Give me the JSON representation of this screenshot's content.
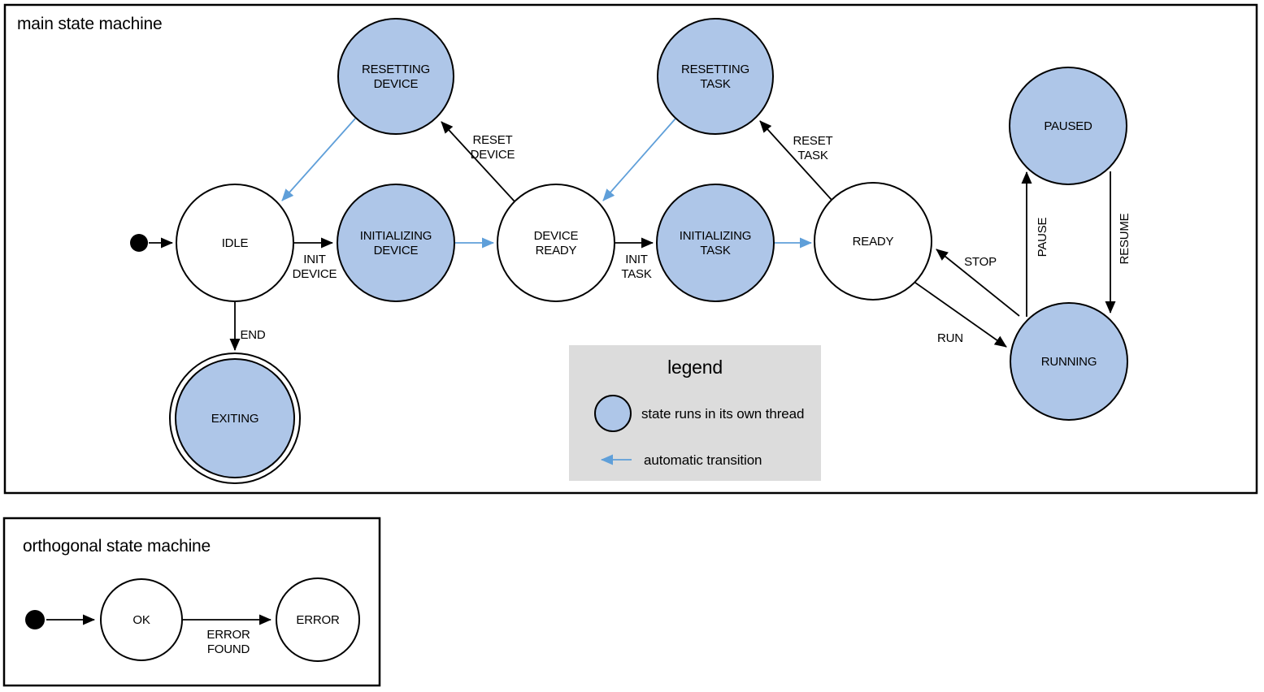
{
  "colors": {
    "threaded_state_fill": "#aec6e8",
    "plain_state_fill": "#ffffff",
    "stroke": "#000000",
    "automatic_transition_blue": "#5f9fd9",
    "legend_background": "#dcdcdc"
  },
  "main": {
    "title": "main state machine",
    "states": [
      {
        "name": "idle",
        "lines": [
          "IDLE"
        ],
        "threaded": false,
        "final": false
      },
      {
        "name": "resetting-device",
        "lines": [
          "RESETTING",
          "DEVICE"
        ],
        "threaded": true,
        "final": false
      },
      {
        "name": "initializing-device",
        "lines": [
          "INITIALIZING",
          "DEVICE"
        ],
        "threaded": true,
        "final": false
      },
      {
        "name": "device-ready",
        "lines": [
          "DEVICE",
          "READY"
        ],
        "threaded": false,
        "final": false
      },
      {
        "name": "resetting-task",
        "lines": [
          "RESETTING",
          "TASK"
        ],
        "threaded": true,
        "final": false
      },
      {
        "name": "initializing-task",
        "lines": [
          "INITIALIZING",
          "TASK"
        ],
        "threaded": true,
        "final": false
      },
      {
        "name": "ready",
        "lines": [
          "READY"
        ],
        "threaded": false,
        "final": false
      },
      {
        "name": "paused",
        "lines": [
          "PAUSED"
        ],
        "threaded": true,
        "final": false
      },
      {
        "name": "running",
        "lines": [
          "RUNNING"
        ],
        "threaded": true,
        "final": false
      },
      {
        "name": "exiting",
        "lines": [
          "EXITING"
        ],
        "threaded": true,
        "final": true
      }
    ],
    "transitions": [
      {
        "name": "start-to-idle",
        "from": "(initial)",
        "to": "IDLE",
        "label_lines": [],
        "automatic": false
      },
      {
        "name": "idle-to-initializing-device",
        "from": "IDLE",
        "to": "INITIALIZING DEVICE",
        "label_lines": [
          "INIT",
          "DEVICE"
        ],
        "automatic": false
      },
      {
        "name": "device-ready-to-initializing-task",
        "from": "DEVICE READY",
        "to": "INITIALIZING TASK",
        "label_lines": [
          "INIT",
          "TASK"
        ],
        "automatic": false
      },
      {
        "name": "idle-to-exiting",
        "from": "IDLE",
        "to": "EXITING",
        "label_lines": [
          "END"
        ],
        "automatic": false
      },
      {
        "name": "device-ready-to-resetting-device",
        "from": "DEVICE READY",
        "to": "RESETTING DEVICE",
        "label_lines": [
          "RESET",
          "DEVICE"
        ],
        "automatic": false
      },
      {
        "name": "ready-to-resetting-task",
        "from": "READY",
        "to": "RESETTING TASK",
        "label_lines": [
          "RESET",
          "TASK"
        ],
        "automatic": false
      },
      {
        "name": "running-to-ready",
        "from": "RUNNING",
        "to": "READY",
        "label_lines": [
          "STOP"
        ],
        "automatic": false
      },
      {
        "name": "ready-to-running",
        "from": "READY",
        "to": "RUNNING",
        "label_lines": [
          "RUN"
        ],
        "automatic": false
      },
      {
        "name": "running-to-paused",
        "from": "RUNNING",
        "to": "PAUSED",
        "label_lines": [
          "PAUSE"
        ],
        "automatic": false
      },
      {
        "name": "paused-to-running",
        "from": "PAUSED",
        "to": "RUNNING",
        "label_lines": [
          "RESUME"
        ],
        "automatic": false
      },
      {
        "name": "resetting-device-to-idle",
        "from": "RESETTING DEVICE",
        "to": "IDLE",
        "label_lines": [],
        "automatic": true
      },
      {
        "name": "initializing-device-to-device-ready",
        "from": "INITIALIZING DEVICE",
        "to": "DEVICE READY",
        "label_lines": [],
        "automatic": true
      },
      {
        "name": "resetting-task-to-device-ready",
        "from": "RESETTING TASK",
        "to": "DEVICE READY",
        "label_lines": [],
        "automatic": true
      },
      {
        "name": "initializing-task-to-ready",
        "from": "INITIALIZING TASK",
        "to": "READY",
        "label_lines": [],
        "automatic": true
      }
    ]
  },
  "legend": {
    "title": "legend",
    "items": [
      {
        "symbol": "threaded-state-circle",
        "label": "state runs in its own thread"
      },
      {
        "symbol": "automatic-transition-arrow",
        "label": "automatic transition"
      }
    ]
  },
  "orthogonal": {
    "title": "orthogonal state machine",
    "states": [
      {
        "name": "ok",
        "lines": [
          "OK"
        ],
        "threaded": false,
        "final": false
      },
      {
        "name": "error",
        "lines": [
          "ERROR"
        ],
        "threaded": false,
        "final": false
      }
    ],
    "transitions": [
      {
        "name": "start-to-ok",
        "from": "(initial)",
        "to": "OK",
        "label_lines": [],
        "automatic": false
      },
      {
        "name": "ok-to-error",
        "from": "OK",
        "to": "ERROR",
        "label_lines": [
          "ERROR",
          "FOUND"
        ],
        "automatic": false
      }
    ]
  }
}
